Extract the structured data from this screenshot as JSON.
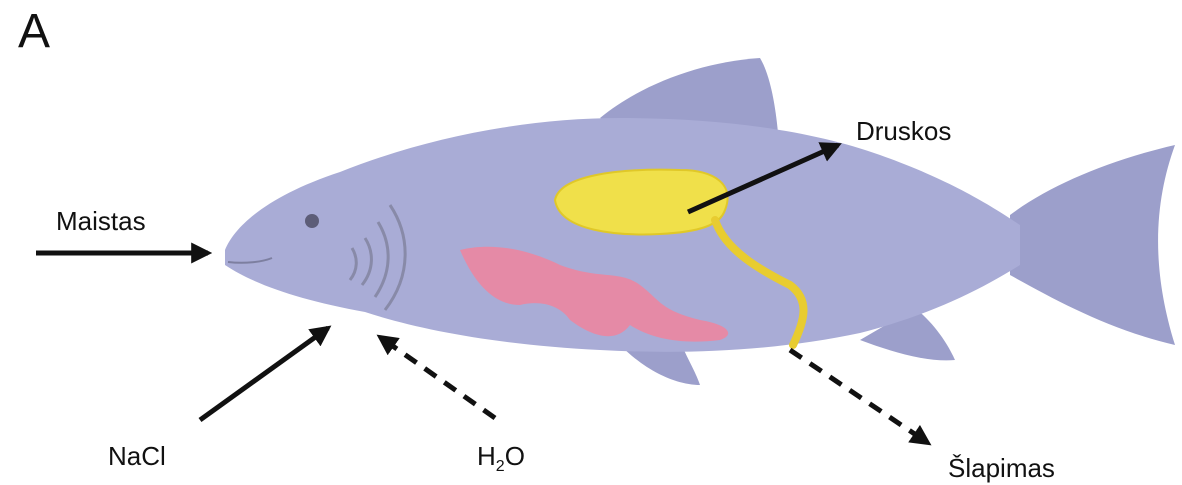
{
  "panel_letter": "A",
  "labels": {
    "maistas": "Maistas",
    "druskos": "Druskos",
    "nacl": "NaCl",
    "h2o_main": "H",
    "h2o_sub": "2",
    "h2o_tail": "O",
    "slapimas": "Šlapimas"
  },
  "colors": {
    "fish_body": "#a9acd6",
    "fish_fin": "#9c9fcb",
    "kidney": "#f0e04a",
    "gut": "#e58aa6",
    "gills": "#888aa8",
    "arrow": "#111111"
  },
  "arrows": [
    {
      "from": "maistas",
      "style": "solid"
    },
    {
      "from": "kidney",
      "to": "druskos",
      "style": "solid"
    },
    {
      "from": "nacl",
      "to": "gills",
      "style": "solid"
    },
    {
      "from": "h2o",
      "to": "gills",
      "style": "dashed"
    },
    {
      "from": "urinary-pore",
      "to": "slapimas",
      "style": "dashed"
    }
  ]
}
